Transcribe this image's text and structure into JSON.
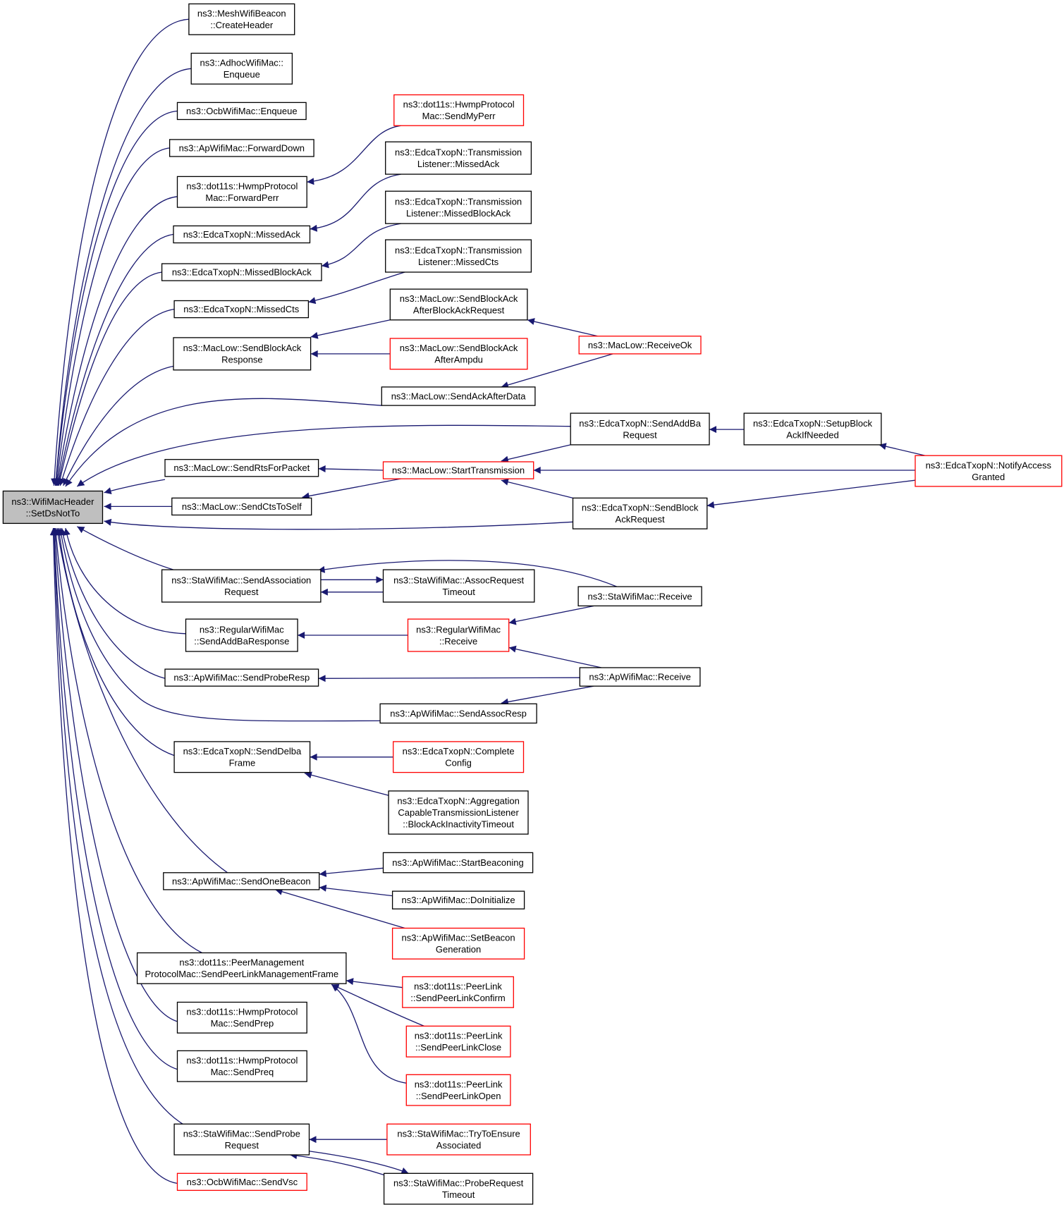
{
  "root": "root",
  "nodes": [
    {
      "id": "root",
      "lines": [
        "ns3::WifiMacHeader",
        "::SetDsNotTo"
      ],
      "style": "root"
    },
    {
      "id": "meshCreateHeader",
      "lines": [
        "ns3::MeshWifiBeacon",
        "::CreateHeader"
      ],
      "style": "black"
    },
    {
      "id": "adhocEnqueue",
      "lines": [
        "ns3::AdhocWifiMac::",
        "Enqueue"
      ],
      "style": "black"
    },
    {
      "id": "ocbEnqueue",
      "lines": [
        "ns3::OcbWifiMac::Enqueue"
      ],
      "style": "black"
    },
    {
      "id": "apForwardDown",
      "lines": [
        "ns3::ApWifiMac::ForwardDown"
      ],
      "style": "black"
    },
    {
      "id": "hwmpForwardPerr",
      "lines": [
        "ns3::dot11s::HwmpProtocol",
        "Mac::ForwardPerr"
      ],
      "style": "black"
    },
    {
      "id": "edcaMissedAck",
      "lines": [
        "ns3::EdcaTxopN::MissedAck"
      ],
      "style": "black"
    },
    {
      "id": "edcaMissedBlockAck",
      "lines": [
        "ns3::EdcaTxopN::MissedBlockAck"
      ],
      "style": "black"
    },
    {
      "id": "edcaMissedCts",
      "lines": [
        "ns3::EdcaTxopN::MissedCts"
      ],
      "style": "black"
    },
    {
      "id": "macSendBlockAckResponse",
      "lines": [
        "ns3::MacLow::SendBlockAck",
        "Response"
      ],
      "style": "black"
    },
    {
      "id": "macSendRtsForPacket",
      "lines": [
        "ns3::MacLow::SendRtsForPacket"
      ],
      "style": "black"
    },
    {
      "id": "macSendCtsToSelf",
      "lines": [
        "ns3::MacLow::SendCtsToSelf"
      ],
      "style": "black"
    },
    {
      "id": "staSendAssociationRequest",
      "lines": [
        "ns3::StaWifiMac::SendAssociation",
        "Request"
      ],
      "style": "black"
    },
    {
      "id": "regSendAddBaResponse",
      "lines": [
        "ns3::RegularWifiMac",
        "::SendAddBaResponse"
      ],
      "style": "black"
    },
    {
      "id": "apSendProbeResp",
      "lines": [
        "ns3::ApWifiMac::SendProbeResp"
      ],
      "style": "black"
    },
    {
      "id": "edcaSendDelbaFrame",
      "lines": [
        "ns3::EdcaTxopN::SendDelba",
        "Frame"
      ],
      "style": "black"
    },
    {
      "id": "apSendOneBeacon",
      "lines": [
        "ns3::ApWifiMac::SendOneBeacon"
      ],
      "style": "black"
    },
    {
      "id": "peerMgmtSendPeerLink",
      "lines": [
        "ns3::dot11s::PeerManagement",
        "ProtocolMac::SendPeerLinkManagementFrame"
      ],
      "style": "black"
    },
    {
      "id": "hwmpSendPrep",
      "lines": [
        "ns3::dot11s::HwmpProtocol",
        "Mac::SendPrep"
      ],
      "style": "black"
    },
    {
      "id": "hwmpSendPreq",
      "lines": [
        "ns3::dot11s::HwmpProtocol",
        "Mac::SendPreq"
      ],
      "style": "black"
    },
    {
      "id": "staSendProbeRequest",
      "lines": [
        "ns3::StaWifiMac::SendProbe",
        "Request"
      ],
      "style": "black"
    },
    {
      "id": "ocbSendVsc",
      "lines": [
        "ns3::OcbWifiMac::SendVsc"
      ],
      "style": "red"
    },
    {
      "id": "hwmpSendMyPerr",
      "lines": [
        "ns3::dot11s::HwmpProtocol",
        "Mac::SendMyPerr"
      ],
      "style": "red"
    },
    {
      "id": "tlMissedAck",
      "lines": [
        "ns3::EdcaTxopN::Transmission",
        "Listener::MissedAck"
      ],
      "style": "black"
    },
    {
      "id": "tlMissedBlockAck",
      "lines": [
        "ns3::EdcaTxopN::Transmission",
        "Listener::MissedBlockAck"
      ],
      "style": "black"
    },
    {
      "id": "tlMissedCts",
      "lines": [
        "ns3::EdcaTxopN::Transmission",
        "Listener::MissedCts"
      ],
      "style": "black"
    },
    {
      "id": "macSendBlockAckAfterBAR",
      "lines": [
        "ns3::MacLow::SendBlockAck",
        "AfterBlockAckRequest"
      ],
      "style": "black"
    },
    {
      "id": "macSendBlockAckAfterAmpdu",
      "lines": [
        "ns3::MacLow::SendBlockAck",
        "AfterAmpdu"
      ],
      "style": "red"
    },
    {
      "id": "macSendAckAfterData",
      "lines": [
        "ns3::MacLow::SendAckAfterData"
      ],
      "style": "black"
    },
    {
      "id": "macStartTransmission",
      "lines": [
        "ns3::MacLow::StartTransmission"
      ],
      "style": "red"
    },
    {
      "id": "staAssocRequestTimeout",
      "lines": [
        "ns3::StaWifiMac::AssocRequest",
        "Timeout"
      ],
      "style": "black"
    },
    {
      "id": "regReceive",
      "lines": [
        "ns3::RegularWifiMac",
        "::Receive"
      ],
      "style": "red"
    },
    {
      "id": "apSendAssocResp",
      "lines": [
        "ns3::ApWifiMac::SendAssocResp"
      ],
      "style": "black"
    },
    {
      "id": "edcaCompleteConfig",
      "lines": [
        "ns3::EdcaTxopN::Complete",
        "Config"
      ],
      "style": "red"
    },
    {
      "id": "edcaBlockAckInactivity",
      "lines": [
        "ns3::EdcaTxopN::Aggregation",
        "CapableTransmissionListener",
        "::BlockAckInactivityTimeout"
      ],
      "style": "black"
    },
    {
      "id": "apStartBeaconing",
      "lines": [
        "ns3::ApWifiMac::StartBeaconing"
      ],
      "style": "black"
    },
    {
      "id": "apDoInitialize",
      "lines": [
        "ns3::ApWifiMac::DoInitialize"
      ],
      "style": "black"
    },
    {
      "id": "apSetBeaconGeneration",
      "lines": [
        "ns3::ApWifiMac::SetBeacon",
        "Generation"
      ],
      "style": "red"
    },
    {
      "id": "plSendPeerLinkConfirm",
      "lines": [
        "ns3::dot11s::PeerLink",
        "::SendPeerLinkConfirm"
      ],
      "style": "red"
    },
    {
      "id": "plSendPeerLinkClose",
      "lines": [
        "ns3::dot11s::PeerLink",
        "::SendPeerLinkClose"
      ],
      "style": "red"
    },
    {
      "id": "plSendPeerLinkOpen",
      "lines": [
        "ns3::dot11s::PeerLink",
        "::SendPeerLinkOpen"
      ],
      "style": "red"
    },
    {
      "id": "staTryToEnsureAssociated",
      "lines": [
        "ns3::StaWifiMac::TryToEnsure",
        "Associated"
      ],
      "style": "red"
    },
    {
      "id": "staProbeRequestTimeout",
      "lines": [
        "ns3::StaWifiMac::ProbeRequest",
        "Timeout"
      ],
      "style": "black"
    },
    {
      "id": "macReceiveOk",
      "lines": [
        "ns3::MacLow::ReceiveOk"
      ],
      "style": "red"
    },
    {
      "id": "edcaSendAddBaRequest",
      "lines": [
        "ns3::EdcaTxopN::SendAddBa",
        "Request"
      ],
      "style": "black"
    },
    {
      "id": "edcaSendBlockAckRequest",
      "lines": [
        "ns3::EdcaTxopN::SendBlock",
        "AckRequest"
      ],
      "style": "black"
    },
    {
      "id": "staReceive",
      "lines": [
        "ns3::StaWifiMac::Receive"
      ],
      "style": "black"
    },
    {
      "id": "apReceive",
      "lines": [
        "ns3::ApWifiMac::Receive"
      ],
      "style": "black"
    },
    {
      "id": "edcaSetupBlockAck",
      "lines": [
        "ns3::EdcaTxopN::SetupBlock",
        "AckIfNeeded"
      ],
      "style": "black"
    },
    {
      "id": "edcaNotifyAccessGranted",
      "lines": [
        "ns3::EdcaTxopN::NotifyAccess",
        "Granted"
      ],
      "style": "red"
    }
  ],
  "edges": [
    {
      "from": "meshCreateHeader",
      "to": "root"
    },
    {
      "from": "adhocEnqueue",
      "to": "root"
    },
    {
      "from": "ocbEnqueue",
      "to": "root"
    },
    {
      "from": "apForwardDown",
      "to": "root"
    },
    {
      "from": "hwmpForwardPerr",
      "to": "root"
    },
    {
      "from": "edcaMissedAck",
      "to": "root"
    },
    {
      "from": "edcaMissedBlockAck",
      "to": "root"
    },
    {
      "from": "edcaMissedCts",
      "to": "root"
    },
    {
      "from": "macSendBlockAckResponse",
      "to": "root"
    },
    {
      "from": "macSendAckAfterData",
      "to": "root"
    },
    {
      "from": "edcaSendAddBaRequest",
      "to": "root"
    },
    {
      "from": "macSendRtsForPacket",
      "to": "root"
    },
    {
      "from": "macSendCtsToSelf",
      "to": "root"
    },
    {
      "from": "edcaSendBlockAckRequest",
      "to": "root"
    },
    {
      "from": "staSendAssociationRequest",
      "to": "root"
    },
    {
      "from": "regSendAddBaResponse",
      "to": "root"
    },
    {
      "from": "apSendProbeResp",
      "to": "root"
    },
    {
      "from": "apSendAssocResp",
      "to": "root"
    },
    {
      "from": "edcaSendDelbaFrame",
      "to": "root"
    },
    {
      "from": "apSendOneBeacon",
      "to": "root"
    },
    {
      "from": "peerMgmtSendPeerLink",
      "to": "root"
    },
    {
      "from": "hwmpSendPrep",
      "to": "root"
    },
    {
      "from": "hwmpSendPreq",
      "to": "root"
    },
    {
      "from": "staSendProbeRequest",
      "to": "root"
    },
    {
      "from": "ocbSendVsc",
      "to": "root"
    },
    {
      "from": "hwmpSendMyPerr",
      "to": "hwmpForwardPerr"
    },
    {
      "from": "tlMissedAck",
      "to": "edcaMissedAck"
    },
    {
      "from": "tlMissedBlockAck",
      "to": "edcaMissedBlockAck"
    },
    {
      "from": "tlMissedCts",
      "to": "edcaMissedCts"
    },
    {
      "from": "macSendBlockAckAfterBAR",
      "to": "macSendBlockAckResponse"
    },
    {
      "from": "macSendBlockAckAfterAmpdu",
      "to": "macSendBlockAckResponse"
    },
    {
      "from": "macReceiveOk",
      "to": "macSendBlockAckAfterBAR"
    },
    {
      "from": "macReceiveOk",
      "to": "macSendAckAfterData"
    },
    {
      "from": "macStartTransmission",
      "to": "macSendRtsForPacket"
    },
    {
      "from": "macStartTransmission",
      "to": "macSendCtsToSelf"
    },
    {
      "from": "edcaSendAddBaRequest",
      "to": "macStartTransmission"
    },
    {
      "from": "edcaNotifyAccessGranted",
      "to": "macStartTransmission"
    },
    {
      "from": "edcaSendBlockAckRequest",
      "to": "macStartTransmission"
    },
    {
      "from": "edcaSetupBlockAck",
      "to": "edcaSendAddBaRequest"
    },
    {
      "from": "edcaNotifyAccessGranted",
      "to": "edcaSetupBlockAck"
    },
    {
      "from": "edcaNotifyAccessGranted",
      "to": "edcaSendBlockAckRequest"
    },
    {
      "from": "staAssocRequestTimeout",
      "to": "staSendAssociationRequest"
    },
    {
      "from": "staSendAssociationRequest",
      "to": "staAssocRequestTimeout"
    },
    {
      "from": "staReceive",
      "to": "staSendAssociationRequest"
    },
    {
      "from": "regReceive",
      "to": "regSendAddBaResponse"
    },
    {
      "from": "staReceive",
      "to": "regReceive"
    },
    {
      "from": "apReceive",
      "to": "regReceive"
    },
    {
      "from": "apReceive",
      "to": "apSendProbeResp"
    },
    {
      "from": "apReceive",
      "to": "apSendAssocResp"
    },
    {
      "from": "edcaCompleteConfig",
      "to": "edcaSendDelbaFrame"
    },
    {
      "from": "edcaBlockAckInactivity",
      "to": "edcaSendDelbaFrame"
    },
    {
      "from": "apStartBeaconing",
      "to": "apSendOneBeacon"
    },
    {
      "from": "apDoInitialize",
      "to": "apSendOneBeacon"
    },
    {
      "from": "apSetBeaconGeneration",
      "to": "apSendOneBeacon"
    },
    {
      "from": "plSendPeerLinkConfirm",
      "to": "peerMgmtSendPeerLink"
    },
    {
      "from": "plSendPeerLinkClose",
      "to": "peerMgmtSendPeerLink"
    },
    {
      "from": "plSendPeerLinkOpen",
      "to": "peerMgmtSendPeerLink"
    },
    {
      "from": "staTryToEnsureAssociated",
      "to": "staSendProbeRequest"
    },
    {
      "from": "staProbeRequestTimeout",
      "to": "staSendProbeRequest"
    },
    {
      "from": "staSendProbeRequest",
      "to": "staProbeRequestTimeout"
    }
  ],
  "colors": {
    "edge": "#191970",
    "box_border": "#000000",
    "highlight_border": "#ff0000",
    "root_fill": "#bfbfbf"
  }
}
